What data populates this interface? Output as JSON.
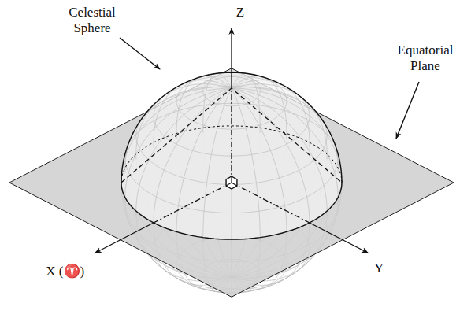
{
  "diagram": {
    "labels": [
      "Celestial Sphere",
      "Equatorial Plane",
      "Z",
      "X (♈)",
      "Y"
    ]
  }
}
